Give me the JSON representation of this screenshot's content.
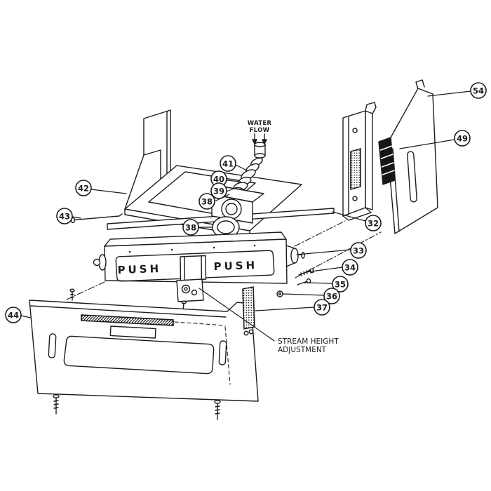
{
  "diagram": {
    "type": "exploded-parts-diagram",
    "labels": {
      "water_flow": [
        "WATER",
        "FLOW"
      ],
      "push_left": "PUSH",
      "push_right": "PUSH",
      "stream_height": [
        "STREAM HEIGHT",
        "ADJUSTMENT"
      ]
    },
    "callouts": [
      {
        "label": "54"
      },
      {
        "label": "49"
      },
      {
        "label": "41"
      },
      {
        "label": "42"
      },
      {
        "label": "40"
      },
      {
        "label": "39"
      },
      {
        "label": "38"
      },
      {
        "label": "38"
      },
      {
        "label": "43"
      },
      {
        "label": "32"
      },
      {
        "label": "33"
      },
      {
        "label": "34"
      },
      {
        "label": "35"
      },
      {
        "label": "36"
      },
      {
        "label": "37"
      },
      {
        "label": "44"
      }
    ],
    "colors": {
      "line": "#1c1c1c",
      "background": "#ffffff",
      "dark_fill": "#161616"
    }
  }
}
